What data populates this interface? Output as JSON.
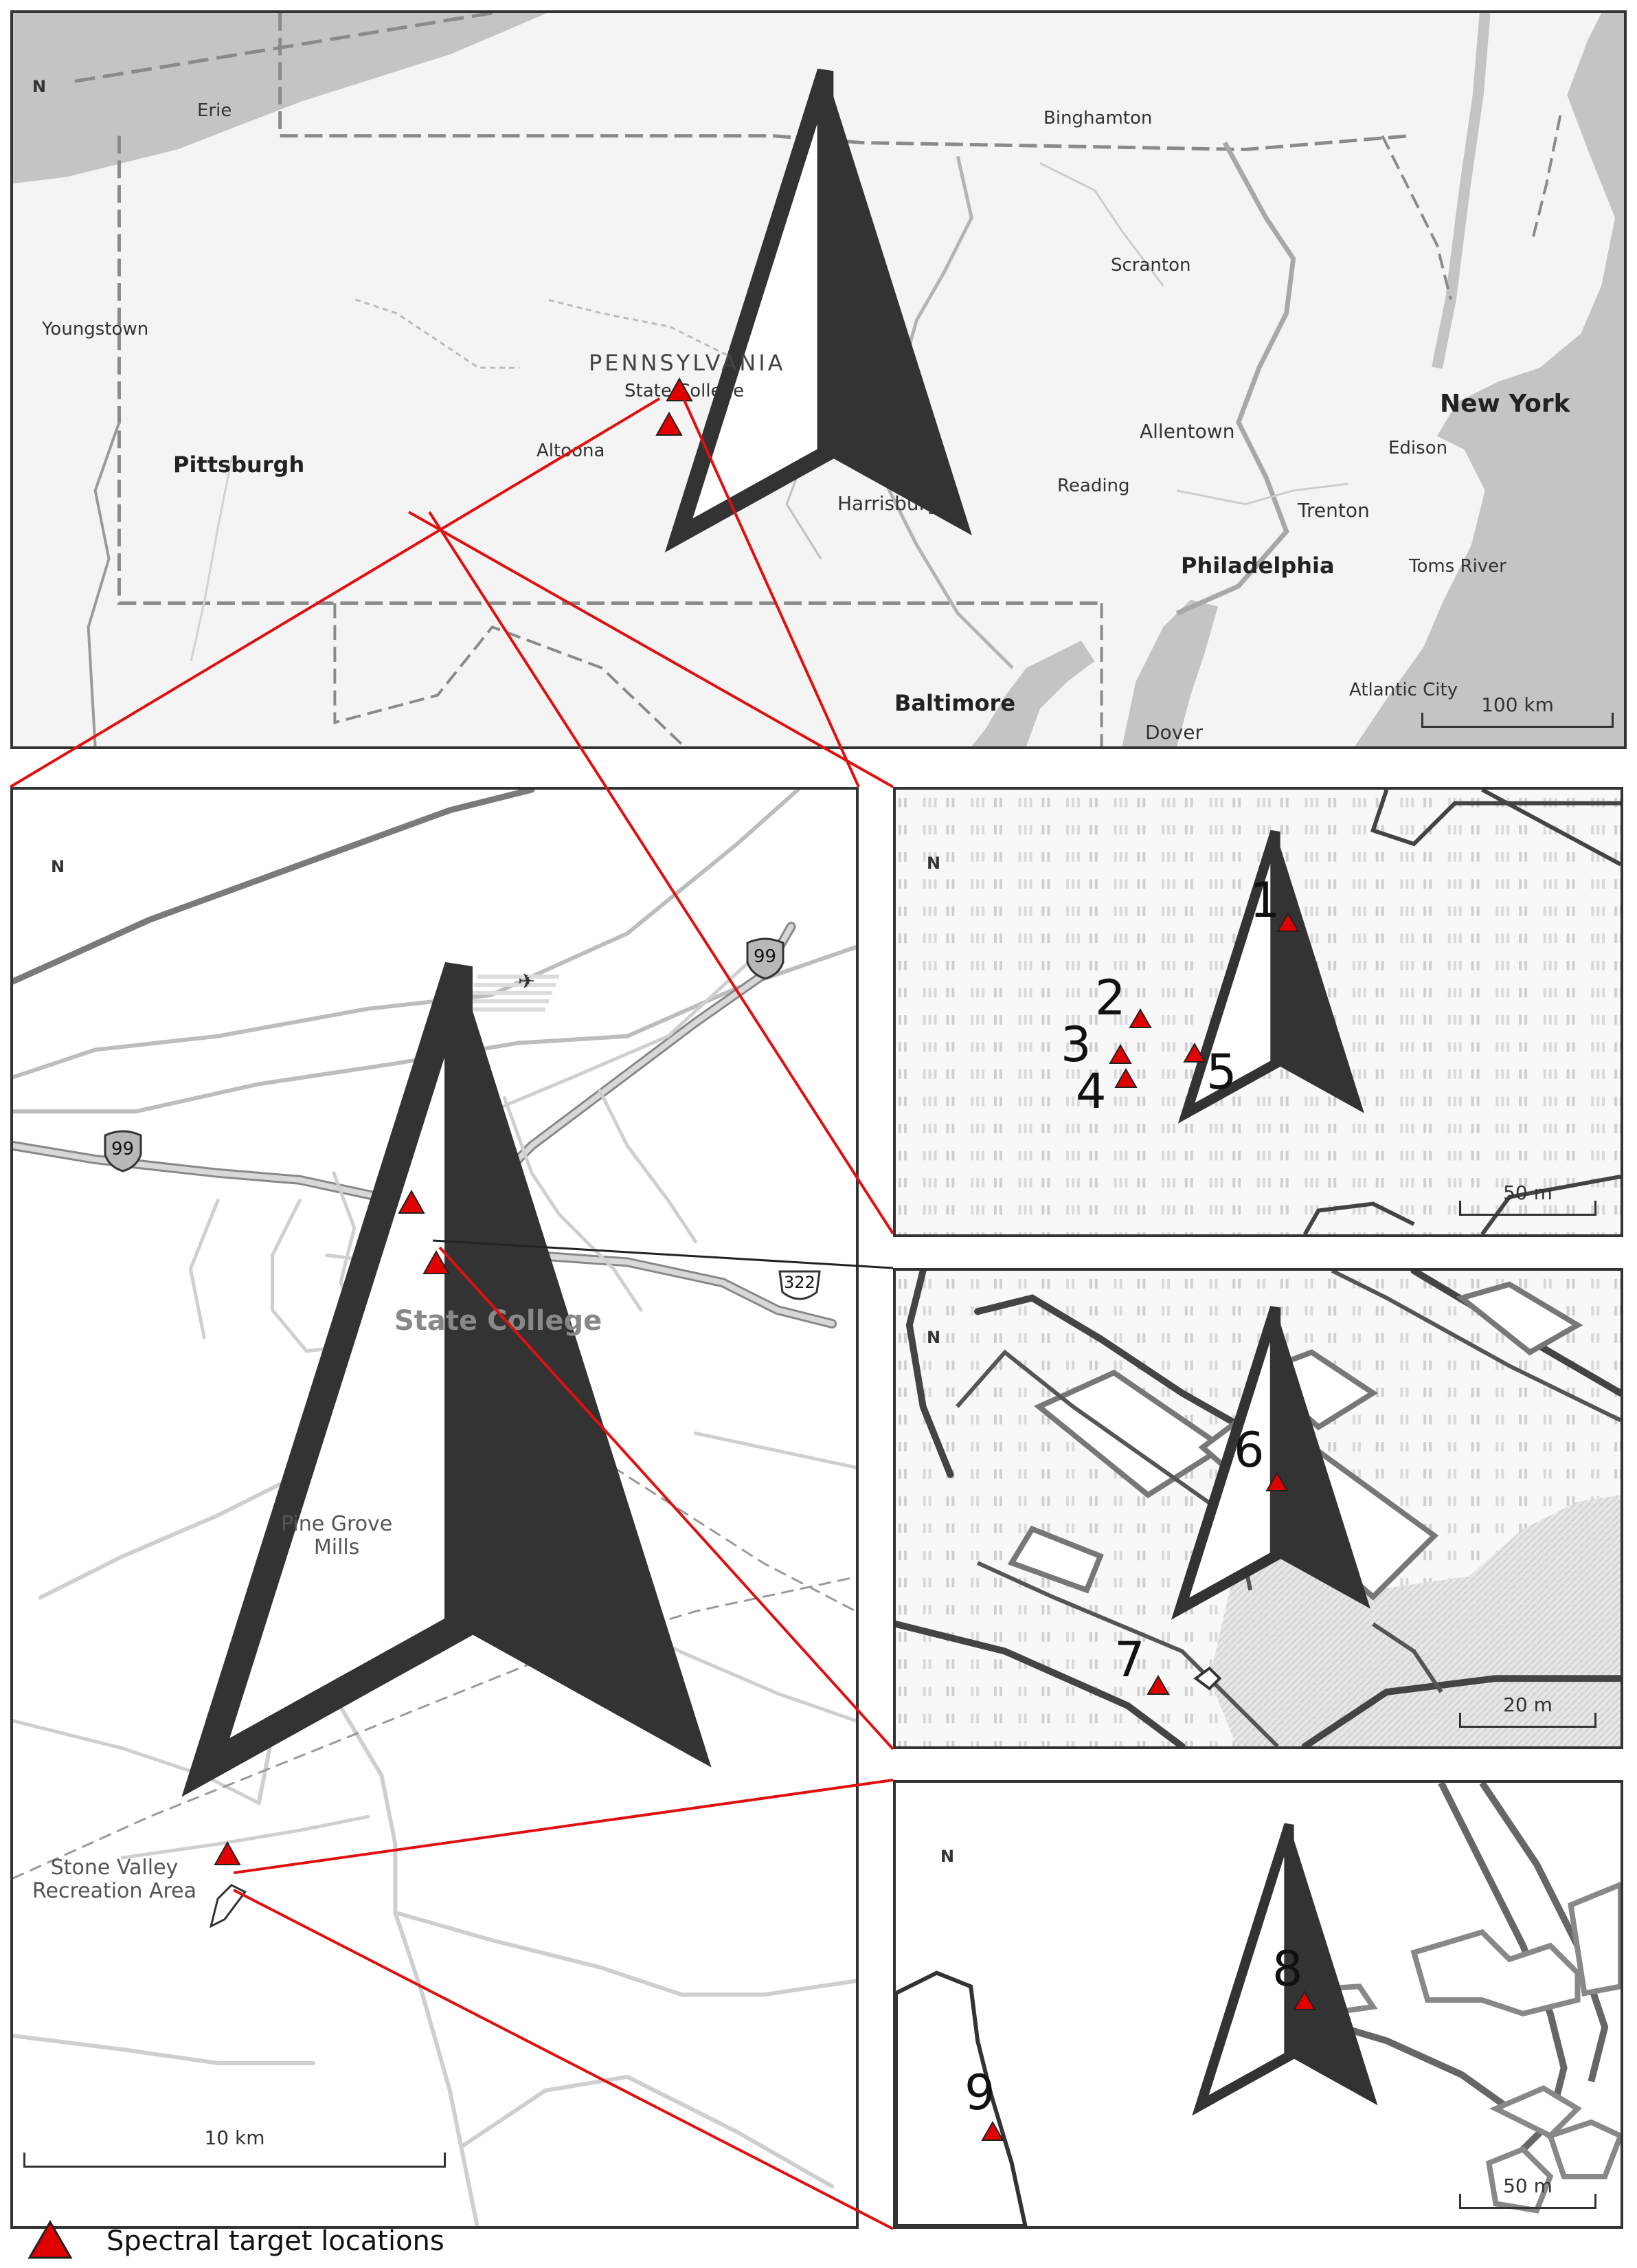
{
  "overview": {
    "north": "N",
    "places": {
      "erie": "Erie",
      "binghamton": "Binghamton",
      "youngstown": "Youngstown",
      "scranton": "Scranton",
      "pennsylvania": "PENNSYLVANIA",
      "state_college": "State College",
      "new_york": "New York",
      "pittsburgh": "Pittsburgh",
      "altoona": "Altoona",
      "allentown": "Allentown",
      "edison": "Edison",
      "harrisburg": "Harrisburg",
      "reading": "Reading",
      "trenton": "Trenton",
      "philadelphia": "Philadelphia",
      "toms_river": "Toms River",
      "baltimore": "Baltimore",
      "atlantic_city": "Atlantic City",
      "dover": "Dover"
    },
    "scale": "100 km"
  },
  "regional": {
    "north": "N",
    "highway_99": "99",
    "route_322": "322",
    "state_college": "State College",
    "pine_grove_mills": "Pine Grove\nMills",
    "stone_valley": "Stone Valley\nRecreation Area",
    "scale": "10 km"
  },
  "inset1": {
    "north": "N",
    "scale": "50 m",
    "targets": [
      "1",
      "2",
      "3",
      "4",
      "5"
    ]
  },
  "inset2": {
    "north": "N",
    "scale": "20 m",
    "targets": [
      "6",
      "7"
    ]
  },
  "inset3": {
    "north": "N",
    "scale": "50 m",
    "targets": [
      "8",
      "9"
    ]
  },
  "legend": {
    "label": "Spectral target locations",
    "color": "#e00000"
  },
  "colors": {
    "marker": "#e00000",
    "connector": "#e01010",
    "water": "#c4c4c4",
    "land": "#f4f4f4"
  }
}
